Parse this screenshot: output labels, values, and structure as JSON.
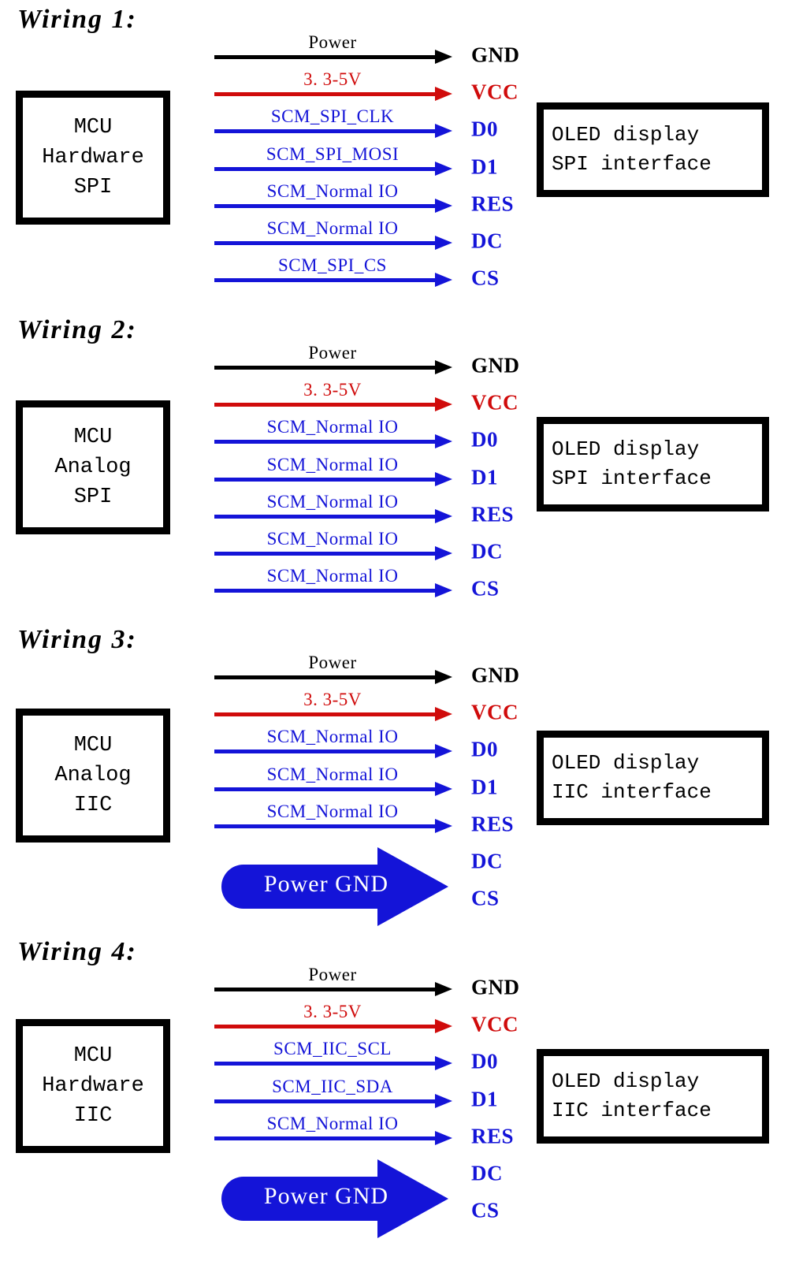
{
  "palette": {
    "black": "#000000",
    "red": "#D00B0B",
    "blue": "#1414D8",
    "white": "#FFFFFF"
  },
  "pin_names": [
    "GND",
    "VCC",
    "D0",
    "D1",
    "RES",
    "DC",
    "CS"
  ],
  "gnd_arrow_label": "Power GND",
  "sections": [
    {
      "title": "Wiring 1:",
      "mcu": {
        "lines": [
          "MCU",
          "Hardware",
          "SPI"
        ]
      },
      "oled": {
        "lines": [
          "OLED display",
          "SPI interface"
        ]
      },
      "signals": [
        {
          "label": "Power",
          "color": "#000000"
        },
        {
          "label": "3. 3-5V",
          "color": "#D00B0B"
        },
        {
          "label": "SCM_SPI_CLK",
          "color": "#1414D8"
        },
        {
          "label": "SCM_SPI_MOSI",
          "color": "#1414D8"
        },
        {
          "label": "SCM_Normal IO",
          "color": "#1414D8"
        },
        {
          "label": "SCM_Normal IO",
          "color": "#1414D8"
        },
        {
          "label": "SCM_SPI_CS",
          "color": "#1414D8"
        }
      ],
      "pins": [
        {
          "name": "GND",
          "color": "#000000"
        },
        {
          "name": "VCC",
          "color": "#D00B0B"
        },
        {
          "name": "D0",
          "color": "#1414D8"
        },
        {
          "name": "D1",
          "color": "#1414D8"
        },
        {
          "name": "RES",
          "color": "#1414D8"
        },
        {
          "name": "DC",
          "color": "#1414D8"
        },
        {
          "name": "CS",
          "color": "#1414D8"
        }
      ],
      "has_gnd_arrow": false
    },
    {
      "title": "Wiring 2:",
      "mcu": {
        "lines": [
          "MCU",
          "Analog",
          "SPI"
        ]
      },
      "oled": {
        "lines": [
          "OLED display",
          "SPI interface"
        ]
      },
      "signals": [
        {
          "label": "Power",
          "color": "#000000"
        },
        {
          "label": "3. 3-5V",
          "color": "#D00B0B"
        },
        {
          "label": "SCM_Normal IO",
          "color": "#1414D8"
        },
        {
          "label": "SCM_Normal IO",
          "color": "#1414D8"
        },
        {
          "label": "SCM_Normal IO",
          "color": "#1414D8"
        },
        {
          "label": "SCM_Normal IO",
          "color": "#1414D8"
        },
        {
          "label": "SCM_Normal IO",
          "color": "#1414D8"
        }
      ],
      "pins": [
        {
          "name": "GND",
          "color": "#000000"
        },
        {
          "name": "VCC",
          "color": "#D00B0B"
        },
        {
          "name": "D0",
          "color": "#1414D8"
        },
        {
          "name": "D1",
          "color": "#1414D8"
        },
        {
          "name": "RES",
          "color": "#1414D8"
        },
        {
          "name": "DC",
          "color": "#1414D8"
        },
        {
          "name": "CS",
          "color": "#1414D8"
        }
      ],
      "has_gnd_arrow": false
    },
    {
      "title": "Wiring 3:",
      "mcu": {
        "lines": [
          "MCU",
          "Analog",
          "IIC"
        ]
      },
      "oled": {
        "lines": [
          "OLED display",
          "IIC interface"
        ]
      },
      "signals": [
        {
          "label": "Power",
          "color": "#000000"
        },
        {
          "label": "3. 3-5V",
          "color": "#D00B0B"
        },
        {
          "label": "SCM_Normal IO",
          "color": "#1414D8"
        },
        {
          "label": "SCM_Normal IO",
          "color": "#1414D8"
        },
        {
          "label": "SCM_Normal IO",
          "color": "#1414D8"
        }
      ],
      "pins": [
        {
          "name": "GND",
          "color": "#000000"
        },
        {
          "name": "VCC",
          "color": "#D00B0B"
        },
        {
          "name": "D0",
          "color": "#1414D8"
        },
        {
          "name": "D1",
          "color": "#1414D8"
        },
        {
          "name": "RES",
          "color": "#1414D8"
        },
        {
          "name": "DC",
          "color": "#1414D8"
        },
        {
          "name": "CS",
          "color": "#1414D8"
        }
      ],
      "has_gnd_arrow": true,
      "gnd_arrow_label": "Power GND"
    },
    {
      "title": "Wiring 4:",
      "mcu": {
        "lines": [
          "MCU",
          "Hardware",
          "IIC"
        ]
      },
      "oled": {
        "lines": [
          "OLED display",
          "IIC interface"
        ]
      },
      "signals": [
        {
          "label": "Power",
          "color": "#000000"
        },
        {
          "label": "3. 3-5V",
          "color": "#D00B0B"
        },
        {
          "label": "SCM_IIC_SCL",
          "color": "#1414D8"
        },
        {
          "label": "SCM_IIC_SDA",
          "color": "#1414D8"
        },
        {
          "label": "SCM_Normal IO",
          "color": "#1414D8"
        }
      ],
      "pins": [
        {
          "name": "GND",
          "color": "#000000"
        },
        {
          "name": "VCC",
          "color": "#D00B0B"
        },
        {
          "name": "D0",
          "color": "#1414D8"
        },
        {
          "name": "D1",
          "color": "#1414D8"
        },
        {
          "name": "RES",
          "color": "#1414D8"
        },
        {
          "name": "DC",
          "color": "#1414D8"
        },
        {
          "name": "CS",
          "color": "#1414D8"
        }
      ],
      "has_gnd_arrow": true,
      "gnd_arrow_label": "Power GND"
    }
  ]
}
